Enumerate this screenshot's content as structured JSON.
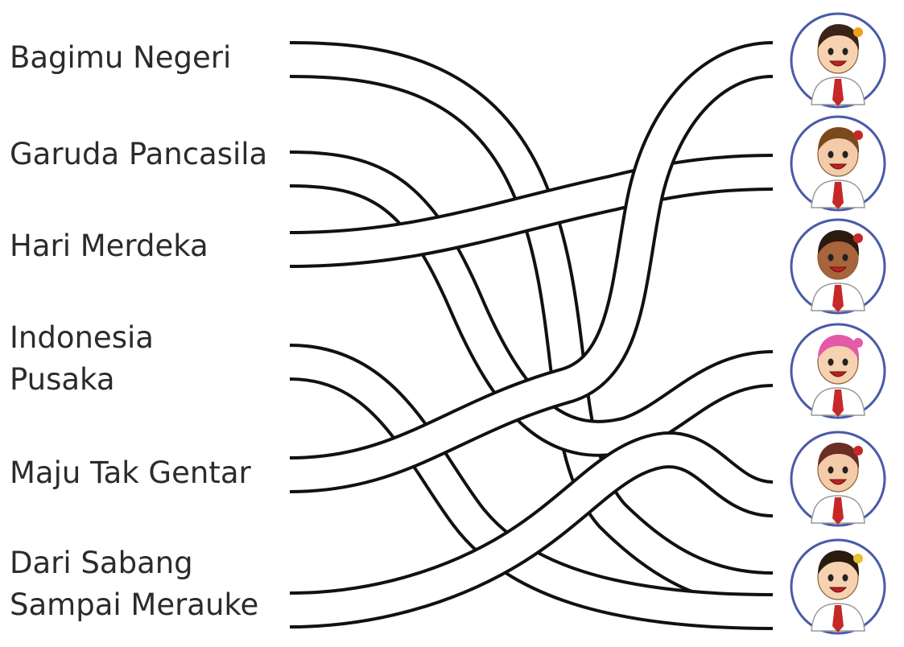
{
  "songs": [
    {
      "lines": [
        "Bagimu Negeri"
      ]
    },
    {
      "lines": [
        "Garuda Pancasila"
      ]
    },
    {
      "lines": [
        "Hari Merdeka"
      ]
    },
    {
      "lines": [
        "Indonesia",
        "Pusaka"
      ]
    },
    {
      "lines": [
        "Maju Tak Gentar"
      ]
    },
    {
      "lines": [
        "Dari Sabang",
        "Sampai Merauke"
      ]
    }
  ],
  "children": [
    {
      "name": "girl-headband-avatar",
      "skin": "#f6d2b0",
      "hair": "#3a2418",
      "accent": "#f0a020"
    },
    {
      "name": "boy-brown-hair-avatar",
      "skin": "#f4cba8",
      "hair": "#7a4a1c",
      "accent": "#c62828"
    },
    {
      "name": "boy-curly-hair-avatar",
      "skin": "#a8643a",
      "hair": "#2a1a10",
      "accent": "#c62828"
    },
    {
      "name": "girl-pink-hijab-avatar",
      "skin": "#f6d2b0",
      "hair": "#e25aa8",
      "accent": "#e25aa8"
    },
    {
      "name": "boy-glasses-avatar",
      "skin": "#f4cba8",
      "hair": "#6b2e22",
      "accent": "#c62828"
    },
    {
      "name": "girl-bow-avatar",
      "skin": "#f6d2b0",
      "hair": "#2a1a10",
      "accent": "#e8c030"
    }
  ],
  "colors": {
    "stroke": "#111111",
    "ring": "#4a5aa8",
    "shirt": "#ffffff",
    "tie": "#c62828"
  }
}
